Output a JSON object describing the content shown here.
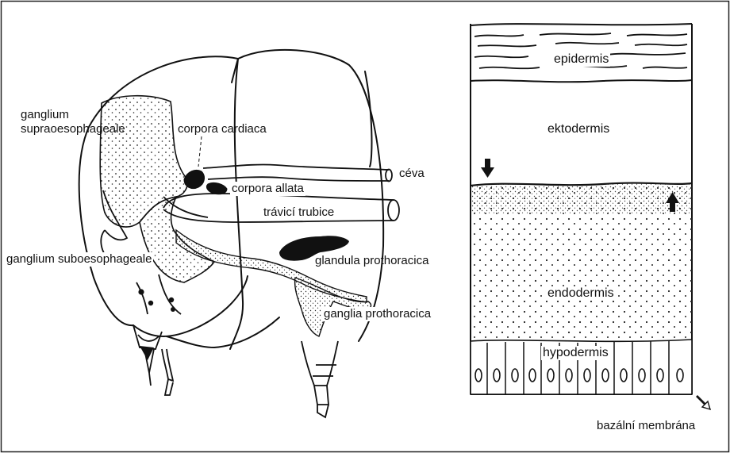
{
  "labels": {
    "ganglium_supra_line1": "ganglium",
    "ganglium_supra_line2": "supraoesophageale",
    "corpora_cardiaca": "corpora cardiaca",
    "ceva": "céva",
    "corpora_allata": "corpora allata",
    "travici_trubice": "trávicí trubice",
    "ganglium_sub": "ganglium suboesophageale",
    "glandula": "glandula prothoracica",
    "ganglia_pro": "ganglia prothoracica",
    "epidermis": "epidermis",
    "ektodermis": "ektodermis",
    "endodermis": "endodermis",
    "hypodermis": "hypodermis",
    "bazalni": "bazální membrána"
  },
  "icons": [
    "arrow-down-icon",
    "arrow-up-icon",
    "hollow-arrow-icon"
  ]
}
